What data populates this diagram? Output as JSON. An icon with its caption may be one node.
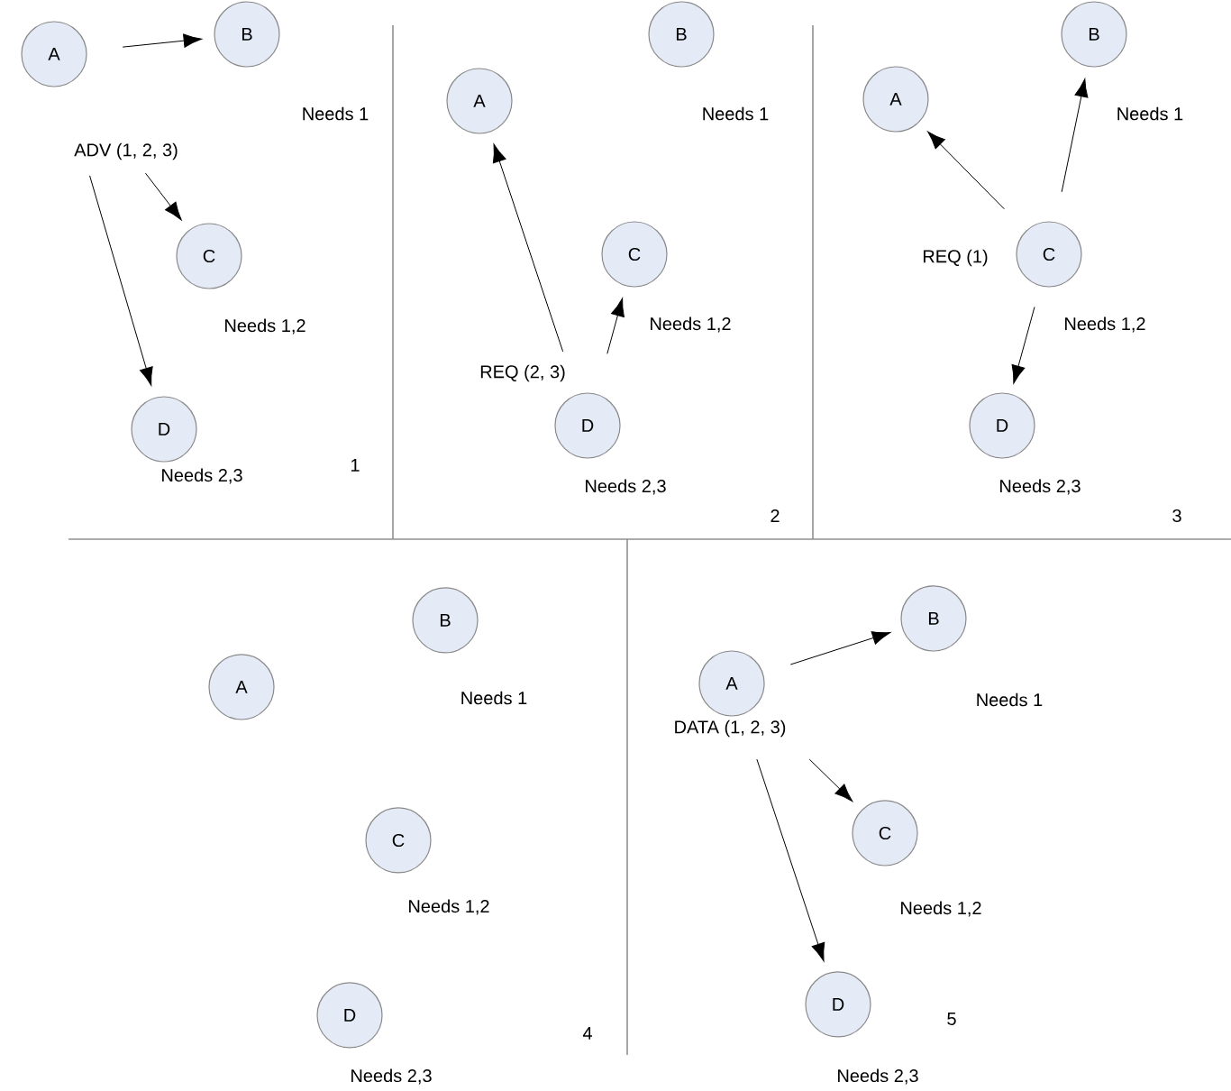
{
  "diagram": {
    "nodes": [
      {
        "text": [
          "A"
        ],
        "beside": [
          "ADV (1, 2, 3)"
        ]
      },
      {
        "text": [
          "B"
        ],
        "beside": [
          "Needs 1"
        ]
      },
      {
        "text": [
          "C"
        ],
        "beside": [
          "Needs 1,2"
        ]
      },
      {
        "text": [
          "D"
        ],
        "beside": [
          "Needs 2,3"
        ]
      },
      {
        "text": [
          "A"
        ]
      },
      {
        "text": [
          "B"
        ],
        "beside": [
          "Needs 1"
        ]
      },
      {
        "text": [
          "C"
        ],
        "beside": [
          "Needs 1,2"
        ]
      },
      {
        "text": [
          "D"
        ],
        "beside": [
          "REQ (2, 3)",
          "Needs 2,3"
        ]
      },
      {
        "text": [
          "A"
        ]
      },
      {
        "text": [
          "B"
        ],
        "beside": [
          "Needs 1"
        ]
      },
      {
        "text": [
          "C"
        ],
        "beside": [
          "REQ (1)",
          "Needs 1,2"
        ]
      },
      {
        "text": [
          "D"
        ],
        "beside": [
          "Needs 2,3"
        ]
      },
      {
        "text": [
          "A"
        ]
      },
      {
        "text": [
          "B"
        ],
        "beside": [
          "Needs 1"
        ]
      },
      {
        "text": [
          "C"
        ],
        "beside": [
          "Needs 1,2"
        ]
      },
      {
        "text": [
          "D"
        ],
        "beside": [
          "Needs 2,3"
        ]
      },
      {
        "text": [
          "A"
        ],
        "beside": [
          "DATA (1, 2, 3)"
        ]
      },
      {
        "text": [
          "B"
        ],
        "beside": [
          "Needs 1"
        ]
      },
      {
        "text": [
          "C"
        ],
        "beside": [
          "Needs 1,2"
        ]
      },
      {
        "text": [
          "D"
        ],
        "beside": [
          "Needs 2,3"
        ]
      }
    ],
    "edges": [
      {
        "from": 0,
        "to": 1,
        "arrow": "to"
      },
      {
        "from": 0,
        "to": 2,
        "arrow": "to"
      },
      {
        "from": 0,
        "to": 3,
        "arrow": "to"
      },
      {
        "from": 7,
        "to": 4,
        "arrow": "to"
      },
      {
        "from": 7,
        "to": 6,
        "arrow": "to"
      },
      {
        "from": 10,
        "to": 8,
        "arrow": "to"
      },
      {
        "from": 10,
        "to": 9,
        "arrow": "to"
      },
      {
        "from": 10,
        "to": 11,
        "arrow": "to"
      },
      {
        "from": 16,
        "to": 17,
        "arrow": "to"
      },
      {
        "from": 16,
        "to": 18,
        "arrow": "to"
      },
      {
        "from": 16,
        "to": 19,
        "arrow": "to"
      }
    ],
    "labels": [
      "1",
      "2",
      "3",
      "4",
      "5"
    ]
  }
}
